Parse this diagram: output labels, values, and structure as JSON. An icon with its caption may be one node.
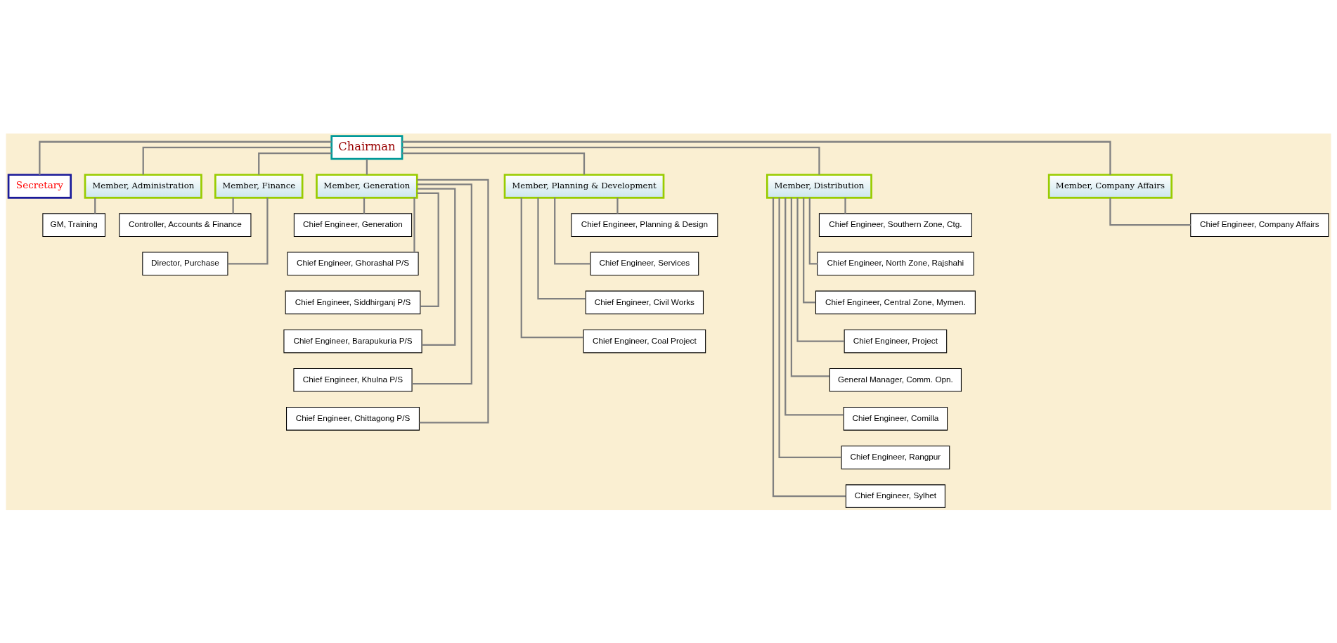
{
  "diagram": {
    "nodes": [
      {
        "text": [
          "Chairman"
        ]
      },
      {
        "text": [
          "Secretary"
        ]
      },
      {
        "text": [
          "Member, Administration"
        ]
      },
      {
        "text": [
          "Member, Finance"
        ]
      },
      {
        "text": [
          "Member, Generation"
        ]
      },
      {
        "text": [
          "Member, Planning & Development"
        ]
      },
      {
        "text": [
          "Member, Distribution"
        ]
      },
      {
        "text": [
          "Member, Company Affairs"
        ]
      },
      {
        "text": [
          "GM, Training"
        ]
      },
      {
        "text": [
          "Controller, Accounts & Finance"
        ]
      },
      {
        "text": [
          "Director, Purchase"
        ]
      },
      {
        "text": [
          "Chief Engineer, Generation"
        ]
      },
      {
        "text": [
          "Chief Engineer, Ghorashal P/S"
        ]
      },
      {
        "text": [
          "Chief Engineer, Siddhirganj P/S"
        ]
      },
      {
        "text": [
          "Chief Engineer, Barapukuria P/S"
        ]
      },
      {
        "text": [
          "Chief Engineer, Khulna P/S"
        ]
      },
      {
        "text": [
          "Chief Engineer, Chittagong P/S"
        ]
      },
      {
        "text": [
          "Chief Engineer, Planning & Design"
        ]
      },
      {
        "text": [
          "Chief Engineer, Services"
        ]
      },
      {
        "text": [
          "Chief Engineer, Civil Works"
        ]
      },
      {
        "text": [
          "Chief Engineer, Coal Project"
        ]
      },
      {
        "text": [
          "Chief Engineer, Southern Zone, Ctg."
        ]
      },
      {
        "text": [
          "Chief Engineer, North Zone, Rajshahi"
        ]
      },
      {
        "text": [
          "Chief Engineer, Central Zone, Mymen."
        ]
      },
      {
        "text": [
          "Chief Engineer, Project"
        ]
      },
      {
        "text": [
          "General Manager, Comm. Opn."
        ]
      },
      {
        "text": [
          "Chief Engineer, Comilla"
        ]
      },
      {
        "text": [
          "Chief Engineer, Rangpur"
        ]
      },
      {
        "text": [
          "Chief Engineer, Sylhet"
        ]
      },
      {
        "text": [
          "Chief Engineer, Company Affairs"
        ]
      }
    ],
    "edges": [
      {
        "from": 0,
        "to": 1,
        "arrow": "none"
      },
      {
        "from": 0,
        "to": 2,
        "arrow": "none"
      },
      {
        "from": 0,
        "to": 3,
        "arrow": "none"
      },
      {
        "from": 0,
        "to": 4,
        "arrow": "none"
      },
      {
        "from": 0,
        "to": 5,
        "arrow": "none"
      },
      {
        "from": 0,
        "to": 6,
        "arrow": "none"
      },
      {
        "from": 0,
        "to": 7,
        "arrow": "none"
      },
      {
        "from": 2,
        "to": 8,
        "arrow": "none"
      },
      {
        "from": 3,
        "to": 9,
        "arrow": "none"
      },
      {
        "from": 3,
        "to": 10,
        "arrow": "none"
      },
      {
        "from": 4,
        "to": 11,
        "arrow": "none"
      },
      {
        "from": 4,
        "to": 12,
        "arrow": "none"
      },
      {
        "from": 4,
        "to": 13,
        "arrow": "none"
      },
      {
        "from": 4,
        "to": 14,
        "arrow": "none"
      },
      {
        "from": 4,
        "to": 15,
        "arrow": "none"
      },
      {
        "from": 4,
        "to": 16,
        "arrow": "none"
      },
      {
        "from": 5,
        "to": 17,
        "arrow": "none"
      },
      {
        "from": 5,
        "to": 18,
        "arrow": "none"
      },
      {
        "from": 5,
        "to": 19,
        "arrow": "none"
      },
      {
        "from": 5,
        "to": 20,
        "arrow": "none"
      },
      {
        "from": 6,
        "to": 21,
        "arrow": "none"
      },
      {
        "from": 6,
        "to": 22,
        "arrow": "none"
      },
      {
        "from": 6,
        "to": 23,
        "arrow": "none"
      },
      {
        "from": 6,
        "to": 24,
        "arrow": "none"
      },
      {
        "from": 6,
        "to": 25,
        "arrow": "none"
      },
      {
        "from": 6,
        "to": 26,
        "arrow": "none"
      },
      {
        "from": 6,
        "to": 27,
        "arrow": "none"
      },
      {
        "from": 6,
        "to": 28,
        "arrow": "none"
      },
      {
        "from": 7,
        "to": 29,
        "arrow": "none"
      }
    ]
  }
}
